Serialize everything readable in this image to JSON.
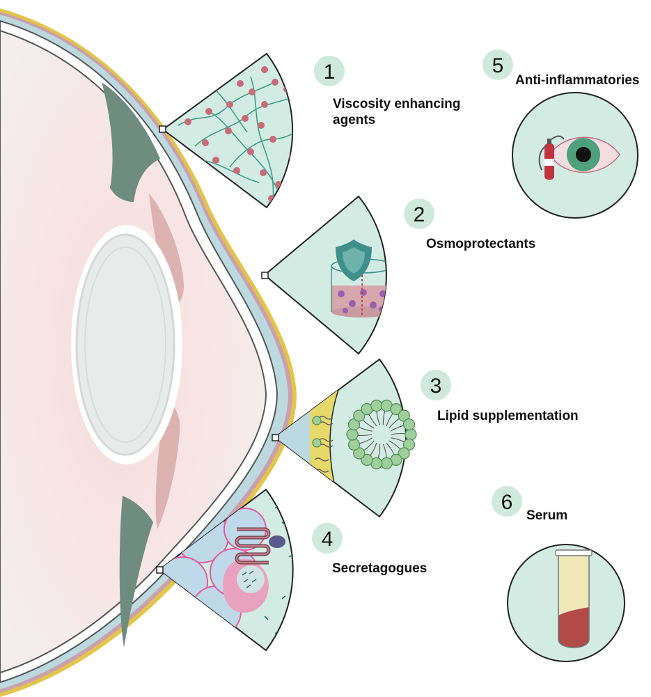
{
  "items": [
    {
      "number": "1",
      "label_lines": [
        "Viscosity enhancing",
        "agents"
      ]
    },
    {
      "number": "2",
      "label_lines": [
        "Osmoprotectants"
      ]
    },
    {
      "number": "3",
      "label_lines": [
        "Lipid supplementation"
      ]
    },
    {
      "number": "4",
      "label_lines": [
        "Secretagogues"
      ]
    },
    {
      "number": "5",
      "label_lines": [
        "Anti-inflammatories"
      ]
    },
    {
      "number": "6",
      "label_lines": [
        "Serum"
      ]
    }
  ],
  "colors": {
    "badge": "#cfe9df",
    "panel": "#d3ece3",
    "outline": "#222222",
    "sclera": "#f6ecec",
    "iris_muscle": "#6f8c80",
    "ciliary": "#dcb3b1",
    "cornea_blue": "#bcd9df",
    "tear_yellow": "#e3c54a",
    "conj_pink": "#caa0ad",
    "dot_pink": "#c96b78",
    "strand_green": "#3d9f86",
    "shield_green": "#3f8f8a",
    "beaker_pink": "#d6a8ae",
    "beaker_dot": "#9b5fb0",
    "lipid_green": "#9fcf9a",
    "lipid_yellow": "#e6d96a",
    "eye_green": "#4fa07c",
    "extinguisher_red": "#c0343d",
    "serum_yellow": "#f0e7b7",
    "serum_red": "#b24a45"
  }
}
